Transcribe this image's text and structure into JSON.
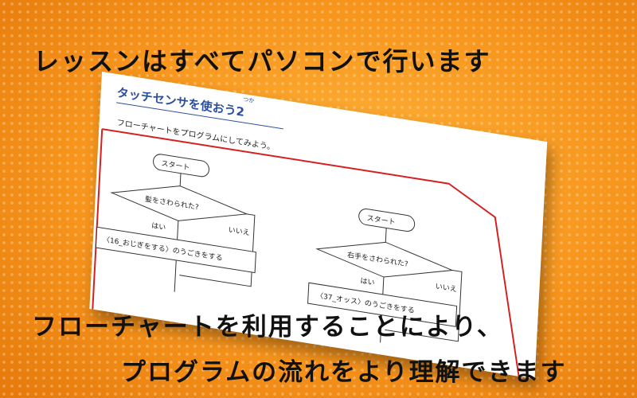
{
  "headline_top": "レッスンはすべてパソコンで行います",
  "headline_mid": "フローチャートを利用することにより、",
  "headline_bot": "プログラムの流れをより理解できます",
  "sheet": {
    "title": "タッチセンサを使おう2",
    "ruby": "つか",
    "subtitle": "フローチャートをプログラムにしてみよう。",
    "left_flow": {
      "start": "スタート",
      "decision": "髪をさわられた?",
      "yes": "はい",
      "no": "いいえ",
      "process": "〈16_おじぎをする〉のうごきをする"
    },
    "right_flow": {
      "start": "スタート",
      "decision": "右手をさわられた?",
      "yes": "はい",
      "no": "いいえ",
      "process": "〈37_オッス〉のうごきをする"
    }
  },
  "colors": {
    "background": "#f7951c",
    "highlight_line": "#d62020",
    "title": "#2d4fa0"
  }
}
